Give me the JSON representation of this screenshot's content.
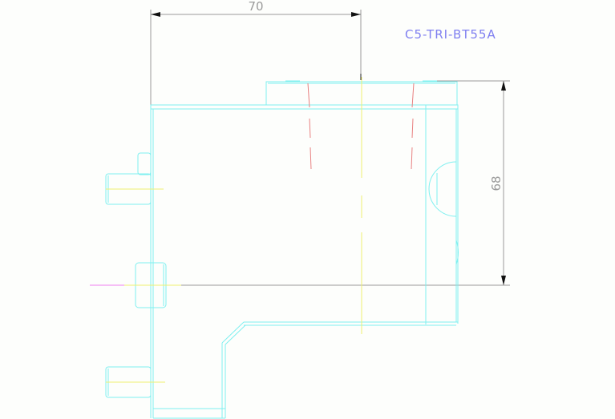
{
  "drawing": {
    "part_label": "C5-TRI-BT55A",
    "dimensions": {
      "width": "70",
      "height": "68"
    },
    "colors": {
      "outline": "#7ff0f0",
      "centerline": "#f0f070",
      "hidden": "#e88080",
      "dimension": "#9a9a9a",
      "label": "#7f7ff0",
      "axis": "#f080f0",
      "background": "#fdfefc"
    }
  }
}
